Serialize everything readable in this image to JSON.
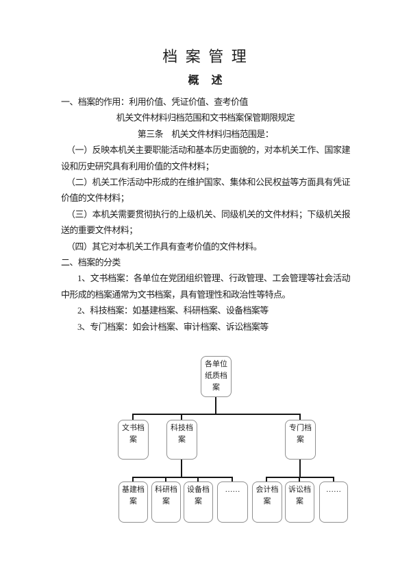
{
  "document": {
    "title": "档 案 管 理",
    "subtitle": "概　述",
    "lines": {
      "l1": "一、档案的作用：利用价值、凭证价值、查考价值",
      "l2": "机关文件材料归档范围和文书档案保管期限规定",
      "l3": "第三条　机关文件材料归档范围是：",
      "p1": "（一）反映本机关主要职能活动和基本历史面貌的，对本机关工作、国家建设和历史研究具有利用价值的文件材料；",
      "p2": "（二）机关工作活动中形成的在维护国家、集体和公民权益等方面具有凭证价值的文件材料；",
      "p3": "（三）本机关需要贯彻执行的上级机关、同级机关的文件材料；下级机关报送的重要文件材料；",
      "p4": "（四）其它对本机关工作具有查考价值的文件材料。",
      "l4": "二、档案的分类",
      "i1": "1、文书档案：各单位在党团组织管理、行政管理、工会管理等社会活动中形成的档案通常为文书档案，具有管理性和政治性等特点。",
      "i2": "2、科技档案：如基建档案、科研档案、设备档案等",
      "i3": "3、专门档案：如会计档案、审计档案、诉讼档案等"
    }
  },
  "diagram": {
    "root": "各单位纸质档案",
    "wenshu": "文书档案",
    "keji": "科技档案",
    "zhuanmen": "专门档案",
    "jijian": "基建档案",
    "keyan": "科研档案",
    "shebei": "设备档案",
    "ellipsis1": "……",
    "kuaiji": "会计档案",
    "susong": "诉讼档案",
    "ellipsis2": "……"
  },
  "colors": {
    "text": "#1f1f1f",
    "connector": "#151515",
    "box_border": "#8f8f8f",
    "background": "#ffffff"
  }
}
